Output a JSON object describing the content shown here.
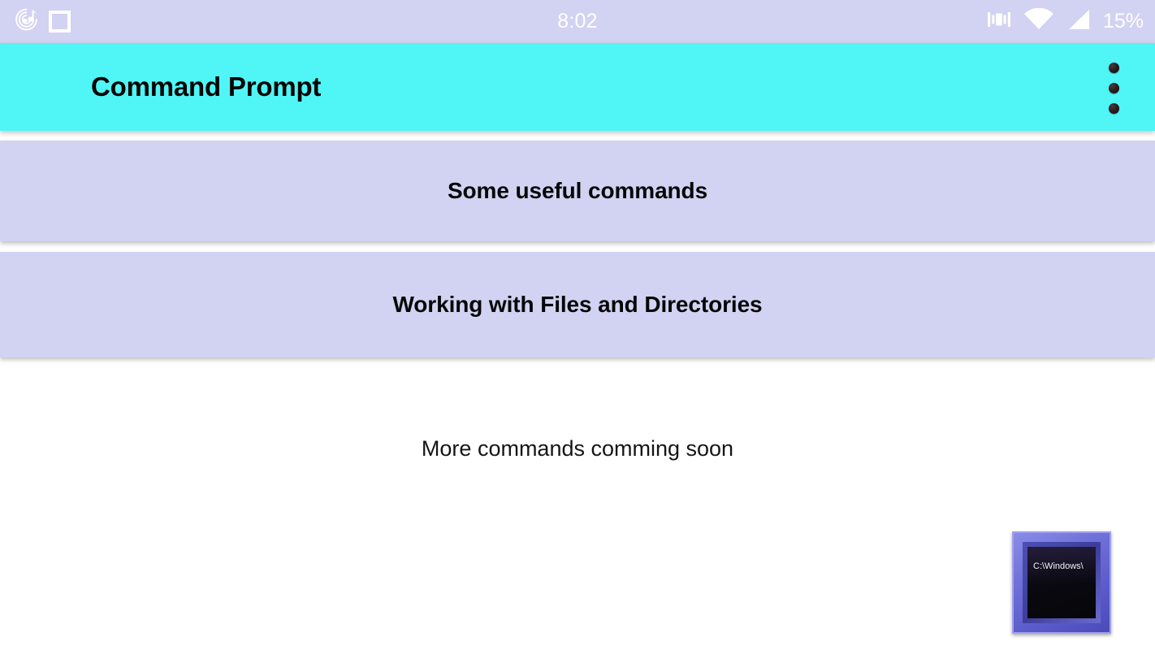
{
  "status_bar": {
    "time": "8:02",
    "battery_percent": "15%",
    "left_icons": [
      {
        "name": "music-record-icon",
        "glyph": "spiral-note"
      },
      {
        "name": "square-outline-icon",
        "glyph": "square"
      }
    ],
    "right_icons": [
      {
        "name": "vibrate-icon",
        "glyph": "vibrate"
      },
      {
        "name": "wifi-icon",
        "glyph": "wifi"
      },
      {
        "name": "signal-icon",
        "glyph": "signal"
      }
    ],
    "background_color": "#d2d2f2",
    "text_color": "#ffffff"
  },
  "app_bar": {
    "title": "Command Prompt",
    "background_color": "#50f5f5",
    "title_color": "#050505",
    "overflow_menu_name": "more-options"
  },
  "main": {
    "cards": [
      {
        "label": "Some useful commands"
      },
      {
        "label": "Working with Files and Directories"
      }
    ],
    "card_background_color": "#d2d2f2",
    "footer_note": "More commands comming soon"
  },
  "cmd_icon": {
    "screen_text": "C:\\Windows\\",
    "frame_color": "#6f70d8",
    "screen_color": "#0a0910"
  }
}
